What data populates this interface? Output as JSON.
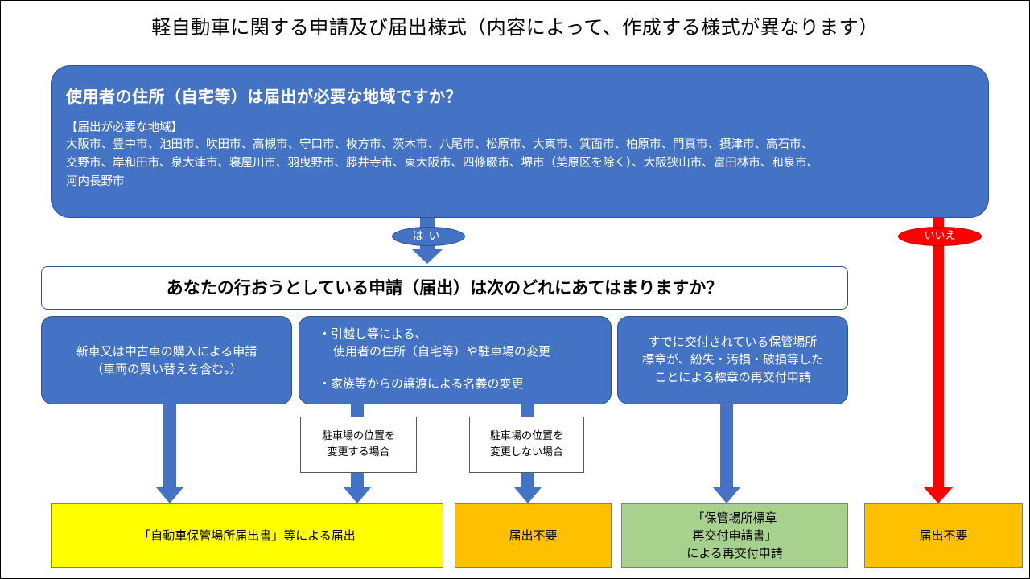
{
  "title": "軽自動車に関する申請及び届出様式（内容によって、作成する様式が異なります）",
  "question1": {
    "heading": "使用者の住所（自宅等）は届出が必要な地域ですか？",
    "list_label": "【届出が必要な地域】",
    "list_lines": [
      "大阪市、豊中市、池田市、吹田市、高槻市、守口市、枚方市、茨木市、八尾市、松原市、大東市、箕面市、柏原市、門真市、摂津市、高石市、",
      "交野市、岸和田市、泉大津市、寝屋川市、羽曳野市、藤井寺市、東大阪市、四條畷市、堺市（美原区を除く）、大阪狭山市、富田林市、和泉市、",
      "河内長野市"
    ]
  },
  "yes_label": "はい",
  "no_label": "いいえ",
  "question2": "あなたの行おうとしている申請（届出）は次のどれにあてはまりますか？",
  "option1": [
    "新車又は中古車の購入による申請",
    "（車両の買い替えを含む。）"
  ],
  "option2": {
    "item1": [
      "・引越し等による、",
      "使用者の住所（自宅等）や駐車場の変更"
    ],
    "item2": "・家族等からの譲渡による名義の変更"
  },
  "option3": [
    "すでに交付されている保管場所",
    "標章が、紛失・汚損・破損等した",
    "ことによる標章の再交付申請"
  ],
  "condition1": [
    "駐車場の位置を",
    "変更する場合"
  ],
  "condition2": [
    "駐車場の位置を",
    "変更しない場合"
  ],
  "result1": "「自動車保管場所届出書」等による届出",
  "result2": "届出不要",
  "result3": [
    "「保管場所標章",
    "再交付申請書」",
    "による再交付申請"
  ],
  "result4": "届出不要",
  "colors": {
    "blue": "#4472c4",
    "red": "#ff0000",
    "yellow": "#ffff00",
    "orange": "#ffc000",
    "green": "#a9d18e"
  }
}
